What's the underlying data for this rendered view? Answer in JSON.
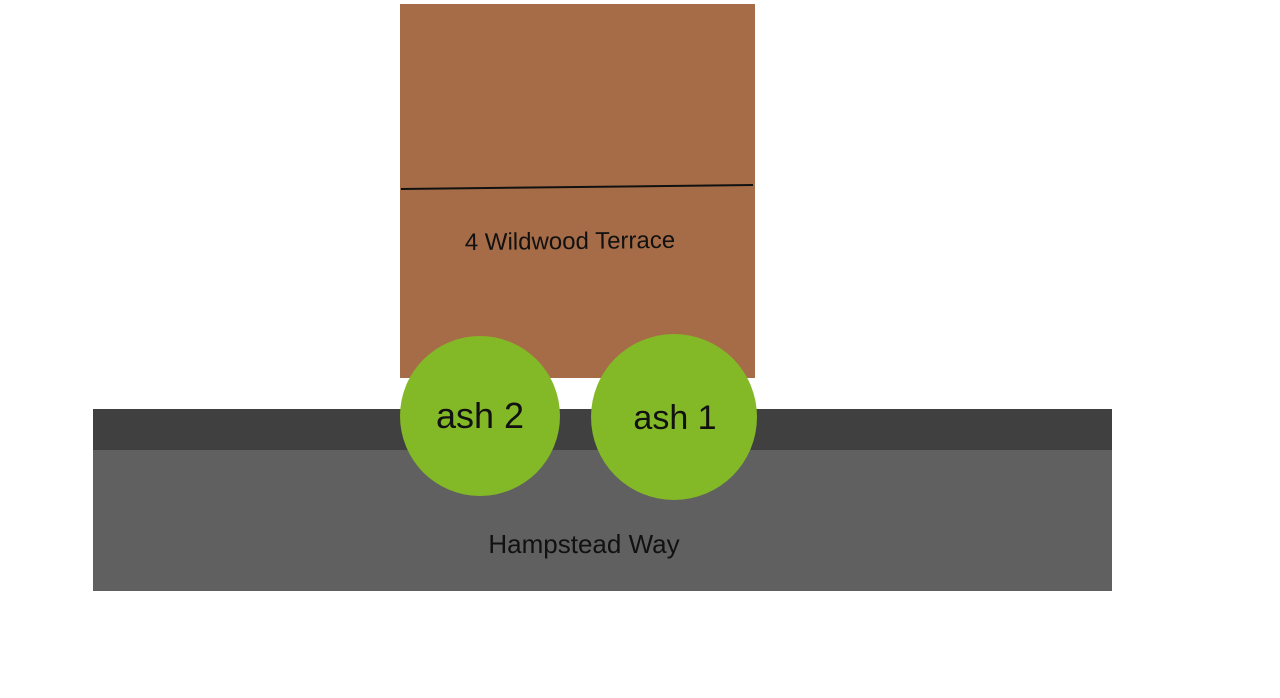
{
  "property": {
    "label": "4 Wildwood Terrace",
    "color": "#a66c47"
  },
  "road": {
    "label": "Hampstead Way",
    "lane_color": "#404040",
    "road_color": "#606060"
  },
  "trees": [
    {
      "label": "ash 2",
      "color": "#83b827"
    },
    {
      "label": "ash 1",
      "color": "#83b827"
    }
  ]
}
